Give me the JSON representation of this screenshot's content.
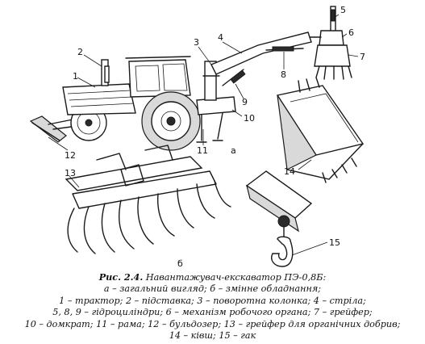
{
  "figure": {
    "fig_number": "Рис. 2.4.",
    "fig_title": "Навантажувач-екскаватор ПЭ-0,8Б:",
    "caption_lines": [
      "а – загальний вигляд; б – змінне обладнання;",
      "1 – трактор; 2 – підставка; 3 – поворотна колонка; 4 – стріла;",
      "5, 8, 9 – гідроциліндри; 6 – механізм робочого органа; 7 – грейфер;",
      "10 – домкрат; 11 – рама; 12 – бульдозер; 13 – грейфер для органічних добрив;",
      "14 – ківш; 15 – гак"
    ],
    "subfigure_labels": {
      "a": "а",
      "b": "б"
    },
    "callouts": [
      "1",
      "2",
      "3",
      "4",
      "5",
      "6",
      "7",
      "8",
      "9",
      "10",
      "11",
      "12",
      "13",
      "14",
      "15"
    ]
  }
}
